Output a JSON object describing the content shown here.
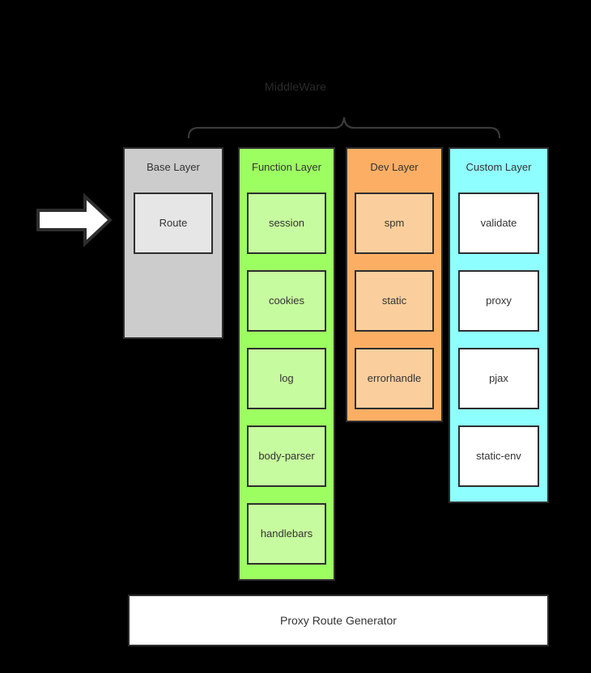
{
  "diagram": {
    "title": "MiddleWare",
    "background_color": "#000000",
    "stroke_color": "#2e2e2e",
    "inbound_arrow_label": "request-arrow"
  },
  "columns": [
    {
      "id": "base",
      "title": "Base Layer",
      "fill": "#cccccc",
      "item_fill": "#e6e6e6",
      "items": [
        {
          "label": "Route"
        }
      ]
    },
    {
      "id": "function",
      "title": "Function Layer",
      "fill": "#9dfe62",
      "item_fill": "#c7fb9f",
      "items": [
        {
          "label": "session"
        },
        {
          "label": "cookies"
        },
        {
          "label": "log"
        },
        {
          "label": "body-parser"
        },
        {
          "label": "handlebars"
        }
      ]
    },
    {
      "id": "dev",
      "title": "Dev Layer",
      "fill": "#fcaf64",
      "item_fill": "#fbcf9d",
      "items": [
        {
          "label": "spm"
        },
        {
          "label": "static"
        },
        {
          "label": "errorhandle"
        }
      ]
    },
    {
      "id": "custom",
      "title": "Custom Layer",
      "fill": "#8ffeff",
      "item_fill": "#ffffff",
      "items": [
        {
          "label": "validate"
        },
        {
          "label": "proxy"
        },
        {
          "label": "pjax"
        },
        {
          "label": "static-env"
        }
      ]
    }
  ],
  "footer": {
    "label": "Proxy Route Generator",
    "fill": "#ffffff"
  }
}
